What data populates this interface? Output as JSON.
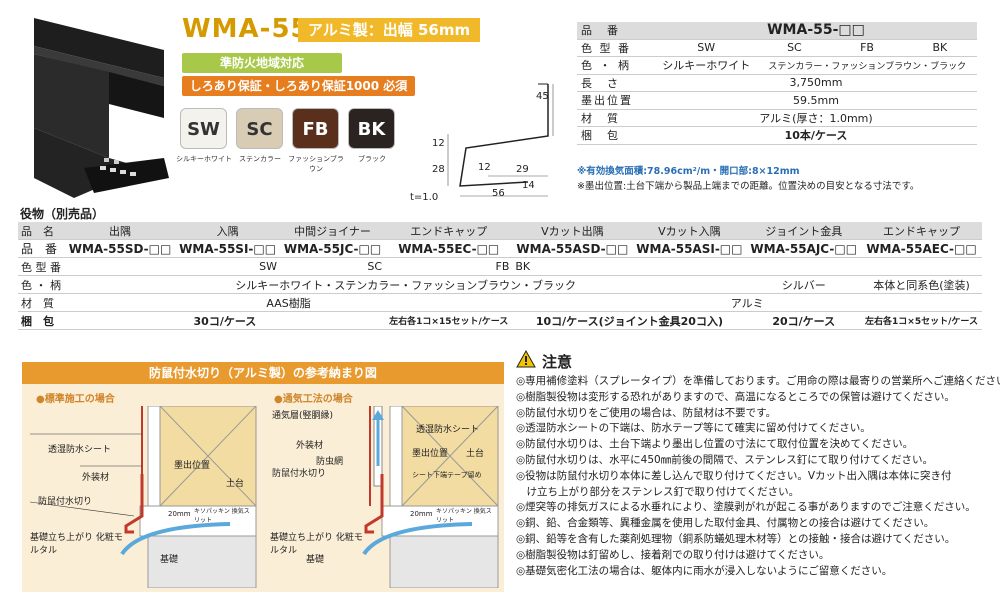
{
  "product": {
    "title": "WMA-55",
    "spec": "アルミ製：出幅 56mm",
    "badge_fire": "準防火地域対応",
    "badge_warranty": "しろあり保証・しろあり保証1000 必須",
    "swatches": [
      {
        "code": "SW",
        "name": "シルキーホワイト",
        "color": "#f4f2ec",
        "text": "#333"
      },
      {
        "code": "SC",
        "name": "ステンカラー",
        "color": "#d9ccb4",
        "text": "#333"
      },
      {
        "code": "FB",
        "name": "ファッションブラウン",
        "color": "#5a2f1c",
        "text": "#fff"
      },
      {
        "code": "BK",
        "name": "ブラック",
        "color": "#2a2320",
        "text": "#fff"
      }
    ]
  },
  "dimensions": {
    "h45": "45",
    "h12": "12",
    "h28": "28",
    "d12": "12",
    "d29": "29",
    "d14": "14",
    "d56": "56",
    "t": "t=1.0"
  },
  "spec_table": {
    "rows": [
      {
        "k": "品　番",
        "v": "WMA-55-□□"
      },
      {
        "k": "色 型 番",
        "v1": "SW",
        "v2": "SC",
        "v3": "FB",
        "v4": "BK"
      },
      {
        "k": "色 ・ 柄",
        "v1": "シルキーホワイト",
        "v2": "ステンカラー・ファッションブラウン・ブラック"
      },
      {
        "k": "長　さ",
        "v": "3,750mm"
      },
      {
        "k": "墨出位置",
        "v": "59.5mm"
      },
      {
        "k": "材　質",
        "v": "アルミ(厚さ：1.0mm)"
      },
      {
        "k": "梱　包",
        "v": "10本/ケース"
      }
    ],
    "note1": "※有効換気面積:78.96cm²/m・開口部:8×12mm",
    "note2": "※墨出位置:土台下端から製品上端までの距離。位置決めの目安となる寸法です。"
  },
  "accessories": {
    "title": "役物（別売品）",
    "header": [
      "品　名",
      "出隅",
      "入隅",
      "中間ジョイナー",
      "エンドキャップ",
      "Vカット出隅",
      "Vカット入隅",
      "ジョイント金具",
      "エンドキャップ"
    ],
    "row_code": [
      "品　番",
      "WMA-55SD-□□",
      "WMA-55SI-□□",
      "WMA-55JC-□□",
      "WMA-55EC-□□",
      "WMA-55ASD-□□",
      "WMA-55ASI-□□",
      "WMA-55AJC-□□",
      "WMA-55AEC-□□"
    ],
    "color_code": {
      "k": "色 型 番",
      "sw": "SW",
      "sc": "SC",
      "fb": "FB",
      "bk": "BK"
    },
    "pattern": {
      "k": "色 ・ 柄",
      "main": "シルキーホワイト・ステンカラー・ファッションブラウン・ブラック",
      "silver": "シルバー",
      "same": "本体と同系色(塗装)"
    },
    "material": {
      "k": "材　質",
      "resin": "AAS樹脂",
      "alu": "アルミ"
    },
    "pack": {
      "k": "梱　包",
      "a": "30コ/ケース",
      "b": "左右各1コ×15セット/ケース",
      "c": "10コ/ケース(ジョイント金具20コ入)",
      "d": "20コ/ケース",
      "e": "左右各1コ×5セット/ケース"
    }
  },
  "diagram": {
    "title": "防鼠付水切り（アルミ製）の参考納まり図",
    "left": {
      "heading": "●標準施工の場合",
      "labels": [
        "透湿防水シート",
        "外装材",
        "墨出位置",
        "土台",
        "防鼠付水切り",
        "20mm",
        "キソパッキン 換気スリット",
        "基礎立ち上がり 化粧モルタル",
        "基礎"
      ]
    },
    "right": {
      "heading": "●通気工法の場合",
      "labels": [
        "通気層(竪胴縁)",
        "透湿防水シート",
        "外装材",
        "防虫網",
        "墨出位置",
        "土台",
        "防鼠付水切り",
        "シート下端テープ留め",
        "20mm",
        "キソパッキン 換気スリット",
        "基礎立ち上がり 化粧モルタル",
        "基礎"
      ]
    }
  },
  "caution": {
    "title": "注意",
    "items": [
      "◎専用補修塗料（スプレータイプ）を準備しております。ご用命の際は最寄りの営業所へご連絡ください。",
      "◎樹脂製役物は変形する恐れがありますので、高温になるところでの保管は避けてください。",
      "◎防鼠付水切りをご使用の場合は、防鼠材は不要です。",
      "◎透湿防水シートの下端は、防水テープ等にて確実に留め付けてください。",
      "◎防鼠付水切りは、土台下端より墨出し位置の寸法にて取付位置を決めてください。",
      "◎防鼠付水切りは、水平に450㎜前後の間隔で、ステンレス釘にて取り付けてください。",
      "◎役物は防鼠付水切り本体に差し込んで取り付けてください。Vカット出入隅は本体に突き付",
      "　け立ち上がり部分をステンレス釘で取り付けてください。",
      "◎煙突等の排気ガスによる水垂れにより、塗膜剥がれが起こる事がありますのでご注意ください。",
      "◎銅、鉛、合金類等、異種金属を使用した取付金具、付属物との接合は避けてください。",
      "◎銅、鉛等を含有した薬剤処理物（銅系防蟻処理木材等）との接触・接合は避けてください。",
      "◎樹脂製役物は釘留めし、接着剤での取り付けは避けてください。",
      "◎基礎気密化工法の場合は、躯体内に雨水が浸入しないようにご留意ください。"
    ]
  }
}
